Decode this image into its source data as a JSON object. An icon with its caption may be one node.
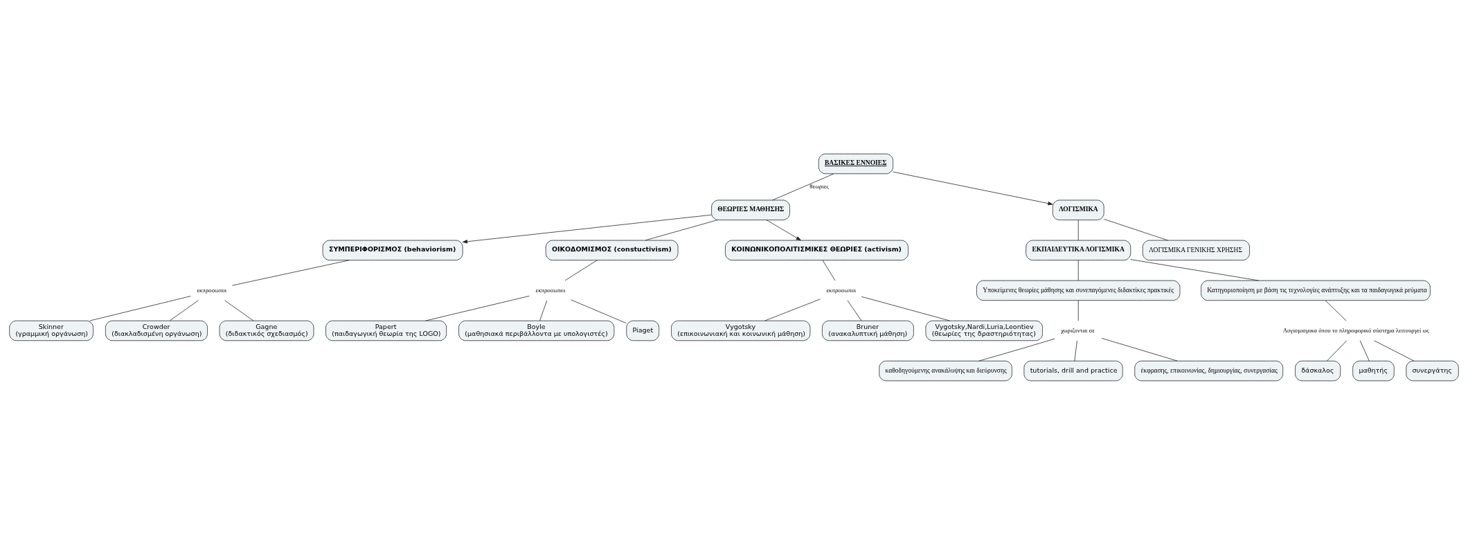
{
  "diagram": {
    "nodes": [
      {
        "text": [
          "ΒΑΣΙΚΕΣ ΕΝΝΟΙΕΣ"
        ]
      },
      {
        "text": [
          "ΘΕΩΡΙΕΣ ΜΑΘΗΣΗΣ"
        ]
      },
      {
        "text": [
          "ΣΥΜΠΕΡΙΦΟΡΙΣΜΟΣ (behaviorism)"
        ]
      },
      {
        "text": [
          "ΟΙΚΟΔΟΜΙΣΜΟΣ (constuctivism)"
        ]
      },
      {
        "text": [
          "ΚΟΙΝΩΝΙΚΟΠΟΛΙΤΙΣΜΙΚΕΣ ΘΕΩΡΙΕΣ (activism)"
        ]
      },
      {
        "text": [
          "εκπροσωποι"
        ]
      },
      {
        "text": [
          "Skinner",
          "(γραμμική οργάνωση)"
        ]
      },
      {
        "text": [
          "Crowder",
          "(διακλαδισμένη οργάνωση)"
        ]
      },
      {
        "text": [
          "Gagne",
          "(διδακτικός σχεδιασμός)"
        ]
      },
      {
        "text": [
          "εκπροσωποι"
        ]
      },
      {
        "text": [
          "Papert",
          "(παιδαγωγική θεωρία της LOGO)"
        ]
      },
      {
        "text": [
          "Boyle",
          "(μαθησιακά περιβάλλοντα με υπολογιστές)"
        ]
      },
      {
        "text": [
          "Piaget"
        ]
      },
      {
        "text": [
          "εκπροσωποι"
        ]
      },
      {
        "text": [
          "Vygotsky",
          "(επικοινωνιακή και κοινωνική μάθηση)"
        ]
      },
      {
        "text": [
          "Bruner",
          "(ανακαλυπτική μάθηση)"
        ]
      },
      {
        "text": [
          "Vygotsky,Nardi,Luria,Leontiev",
          "(θεωρίες της δραστηριότητας)"
        ]
      },
      {
        "text": [
          "ΛΟΓΙΣΜΙΚΑ"
        ]
      },
      {
        "text": [
          "ΕΚΠΑΙΔΕΥΤΙΚΑ ΛΟΓΙΣΜΙΚΑ"
        ]
      },
      {
        "text": [
          "Υποκείμενες θεωρίες μάθησης και συνεπαγόμενες διδακτίκες πρακτικές"
        ]
      },
      {
        "text": [
          "Κατηγοριοποίηση με βάση τις τεχνολογίες ανάπτυξης και τα παιδαγωγικά ρεύματα"
        ]
      },
      {
        "text": [
          "χωριζονται σε"
        ]
      },
      {
        "text": [
          "καθοδηγούμενης ανακάλυψης και διεύρυνσης"
        ]
      },
      {
        "text": [
          "tutorials, drill and practice"
        ]
      },
      {
        "text": [
          "έκφρασης, επικοινωνίας, δημιουργίας, συνεργασίας"
        ]
      },
      {
        "text": [
          "Λογισμισμικα όπου το πληροφορικό σύστημα λειτουργεί ως"
        ]
      },
      {
        "text": [
          "δάσκαλος"
        ]
      },
      {
        "text": [
          "μαθητής"
        ]
      },
      {
        "text": [
          "συνεργάτης"
        ]
      },
      {
        "text": [
          "ΛΟΓΙΣΜΙΚΑ ΓΕΝΙΚΗΣ ΧΡΗΣΗΣ"
        ]
      }
    ],
    "edges": [
      {
        "from": 0,
        "to": 1,
        "arrow": "none",
        "label": "θεωριες"
      },
      {
        "from": 0,
        "to": 17,
        "arrow": "to"
      },
      {
        "from": 1,
        "to": 2,
        "arrow": "to"
      },
      {
        "from": 1,
        "to": 3,
        "arrow": "none"
      },
      {
        "from": 1,
        "to": 4,
        "arrow": "to"
      },
      {
        "from": 2,
        "to": 5,
        "arrow": "none"
      },
      {
        "from": 5,
        "to": 6,
        "arrow": "none"
      },
      {
        "from": 5,
        "to": 8,
        "arrow": "none"
      },
      {
        "from": 5,
        "to": 7,
        "arrow": "none"
      },
      {
        "from": 3,
        "to": 9,
        "arrow": "none"
      },
      {
        "from": 9,
        "to": 11,
        "arrow": "none"
      },
      {
        "from": 9,
        "to": 10,
        "arrow": "none"
      },
      {
        "from": 9,
        "to": 12,
        "arrow": "none"
      },
      {
        "from": 4,
        "to": 13,
        "arrow": "none"
      },
      {
        "from": 13,
        "to": 15,
        "arrow": "none"
      },
      {
        "from": 13,
        "to": 14,
        "arrow": "none"
      },
      {
        "from": 13,
        "to": 16,
        "arrow": "none"
      },
      {
        "from": 17,
        "to": 18,
        "arrow": "none"
      },
      {
        "from": 17,
        "to": 29,
        "arrow": "none"
      },
      {
        "from": 18,
        "to": 19,
        "arrow": "none"
      },
      {
        "from": 18,
        "to": 20,
        "arrow": "none"
      },
      {
        "from": 19,
        "to": 21,
        "arrow": "none"
      },
      {
        "from": 21,
        "to": 22,
        "arrow": "none"
      },
      {
        "from": 21,
        "to": 23,
        "arrow": "none"
      },
      {
        "from": 21,
        "to": 24,
        "arrow": "none"
      },
      {
        "from": 20,
        "to": 25,
        "arrow": "none"
      },
      {
        "from": 25,
        "to": 26,
        "arrow": "none"
      },
      {
        "from": 25,
        "to": 27,
        "arrow": "none"
      },
      {
        "from": 25,
        "to": 28,
        "arrow": "none"
      }
    ]
  }
}
